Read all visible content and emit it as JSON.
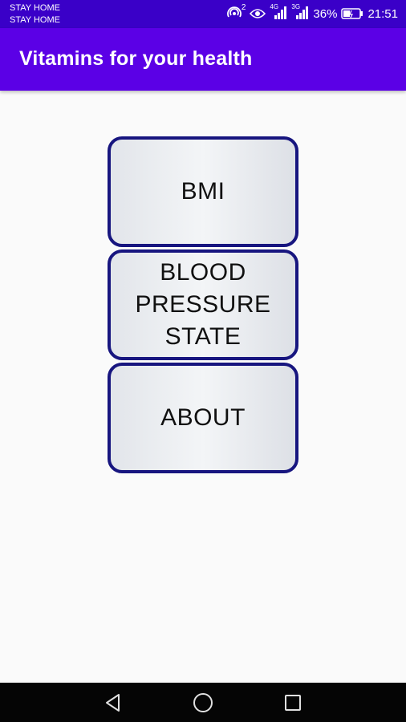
{
  "status_bar": {
    "carrier_line1": "STAY HOME",
    "carrier_line2": "STAY HOME",
    "hotspot_count": "2",
    "network_type_1": "4G",
    "network_type_2": "3G",
    "battery_percent": "36%",
    "time": "21:51",
    "icons": [
      "hotspot-icon",
      "eye-icon",
      "signal-icon",
      "signal-icon",
      "battery-icon"
    ]
  },
  "app_bar": {
    "title": "Vitamins for your health"
  },
  "menu": {
    "buttons": [
      {
        "label": "BMI"
      },
      {
        "label": "BLOOD\nPRESSURE\nSTATE"
      },
      {
        "label": "ABOUT"
      }
    ]
  },
  "nav_bar": {
    "icons": [
      "back-icon",
      "home-icon",
      "recents-icon"
    ]
  },
  "colors": {
    "status_bar": "#3a00c8",
    "app_bar": "#5b00e6",
    "button_border": "#17157f",
    "background": "#fafafa"
  }
}
